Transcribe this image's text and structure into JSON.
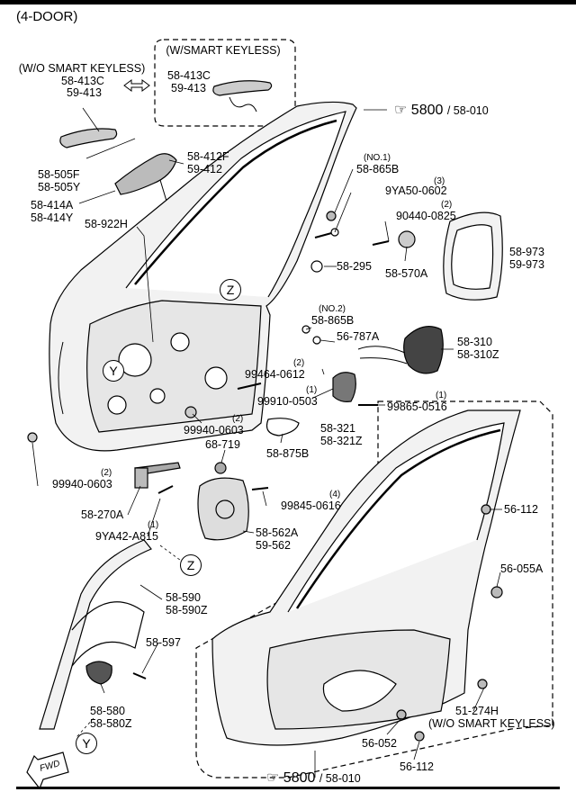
{
  "header": {
    "title": "(4-DOOR)"
  },
  "labels": {
    "wo_smart": "(W/O SMART KEYLESS)",
    "w_smart": "(W/SMART KEYLESS)",
    "p58_413c_a": "58-413C",
    "p59_413_a": "59-413",
    "p58_413c_b": "58-413C",
    "p59_413_b": "59-413",
    "p58_505f": "58-505F",
    "p58_505y": "58-505Y",
    "p58_412f": "58-412F",
    "p59_412": "59-412",
    "p58_414a": "58-414A",
    "p58_414y": "58-414Y",
    "p58_922h": "58-922H",
    "no1": "(NO.1)",
    "p58_865b_a": "58-865B",
    "q3": "(3)",
    "p9ya50": "9YA50-0602",
    "q2a": "(2)",
    "p90440": "90440-0825",
    "p58_973": "58-973",
    "p59_973": "59-973",
    "p58_295": "58-295",
    "p58_570a": "58-570A",
    "no2": "(NO.2)",
    "p58_865b_b": "58-865B",
    "p56_787a": "56-787A",
    "p58_310": "58-310",
    "p58_310z": "58-310Z",
    "q2b": "(2)",
    "p99464": "99464-0612",
    "q1a": "(1)",
    "p99910": "99910-0503",
    "q1b": "(1)",
    "p99865": "99865-0516",
    "q2c": "(2)",
    "p99940_a": "99940-0603",
    "p58_321": "58-321",
    "p58_321z": "58-321Z",
    "p68_719": "68-719",
    "p58_875b": "58-875B",
    "q2d": "(2)",
    "p99940_b": "99940-0603",
    "q4": "(4)",
    "p99845": "99845-0616",
    "p58_270a": "58-270A",
    "q1c": "(1)",
    "p9ya42": "9YA42-A815",
    "p58_562a": "58-562A",
    "p59_562": "59-562",
    "p56_112_a": "56-112",
    "p56_055a": "56-055A",
    "p58_590": "58-590",
    "p58_590z": "58-590Z",
    "p58_597": "58-597",
    "p58_580": "58-580",
    "p58_580z": "58-580Z",
    "p51_274h": "51-274H",
    "wo_smart_b": "(W/O SMART KEYLESS)",
    "p56_052": "56-052",
    "p56_112_b": "56-112",
    "fwd": "FWD"
  },
  "refs": {
    "top": {
      "num": "5800",
      "sub": "/ 58-010"
    },
    "bottom": {
      "num": "5800",
      "sub": "/ 58-010"
    }
  },
  "circles": {
    "z1": "Z",
    "y1": "Y",
    "z2": "Z",
    "y2": "Y"
  }
}
